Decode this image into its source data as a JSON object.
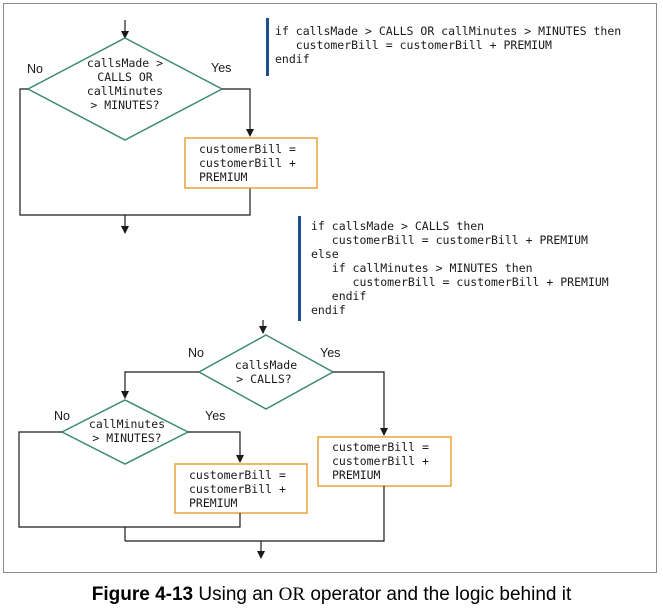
{
  "code_top": [
    "if callsMade > CALLS OR callMinutes > MINUTES then",
    "   customerBill = customerBill + PREMIUM",
    "endif"
  ],
  "code_middle": [
    "if callsMade > CALLS then",
    "   customerBill = customerBill + PREMIUM",
    "else",
    "   if callMinutes > MINUTES then",
    "      customerBill = customerBill + PREMIUM",
    "   endif",
    "endif"
  ],
  "flow_top": {
    "decision": [
      "callsMade >",
      "CALLS OR",
      "callMinutes",
      "> MINUTES?"
    ],
    "no_label": "No",
    "yes_label": "Yes",
    "process": [
      "customerBill =",
      "customerBill +",
      "PREMIUM"
    ]
  },
  "flow_bottom": {
    "decision_outer": [
      "callsMade",
      "> CALLS?"
    ],
    "outer_no_label": "No",
    "outer_yes_label": "Yes",
    "decision_inner": [
      "callMinutes",
      "> MINUTES?"
    ],
    "inner_no_label": "No",
    "inner_yes_label": "Yes",
    "process_inner": [
      "customerBill =",
      "customerBill +",
      "PREMIUM"
    ],
    "process_outer": [
      "customerBill =",
      "customerBill +",
      "PREMIUM"
    ]
  },
  "caption": {
    "figure_number": "Figure 4-13",
    "text_before": " Using an ",
    "operator": "OR",
    "text_after": " operator and the logic behind it"
  },
  "colors": {
    "decision_stroke": "#3e8a73",
    "process_stroke": "#e8a23a",
    "code_bar": "#1f4e8c",
    "line": "#1a1a1a"
  }
}
